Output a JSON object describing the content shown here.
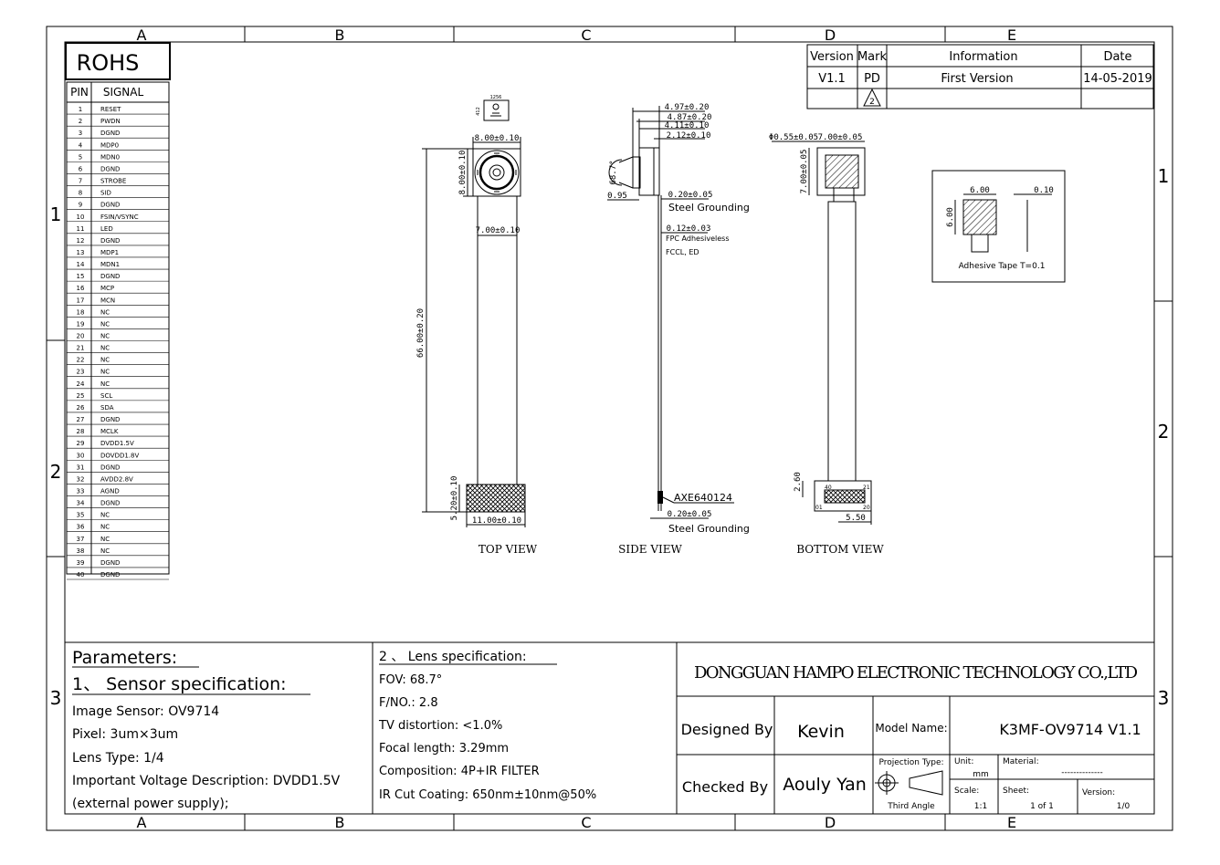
{
  "border": {
    "columns": [
      "A",
      "B",
      "C",
      "D",
      "E"
    ],
    "rows": [
      "1",
      "2",
      "3"
    ]
  },
  "rohs": "ROHS",
  "pin_header": {
    "pin": "PIN",
    "signal": "SIGNAL"
  },
  "pins": [
    [
      "1",
      "RESET"
    ],
    [
      "2",
      "PWDN"
    ],
    [
      "3",
      "DGND"
    ],
    [
      "4",
      "MDP0"
    ],
    [
      "5",
      "MDN0"
    ],
    [
      "6",
      "DGND"
    ],
    [
      "7",
      "STROBE"
    ],
    [
      "8",
      "SID"
    ],
    [
      "9",
      "DGND"
    ],
    [
      "10",
      "FSIN/VSYNC"
    ],
    [
      "11",
      "LED"
    ],
    [
      "12",
      "DGND"
    ],
    [
      "13",
      "MDP1"
    ],
    [
      "14",
      "MDN1"
    ],
    [
      "15",
      "DGND"
    ],
    [
      "16",
      "MCP"
    ],
    [
      "17",
      "MCN"
    ],
    [
      "18",
      "NC"
    ],
    [
      "19",
      "NC"
    ],
    [
      "20",
      "NC"
    ],
    [
      "21",
      "NC"
    ],
    [
      "22",
      "NC"
    ],
    [
      "23",
      "NC"
    ],
    [
      "24",
      "NC"
    ],
    [
      "25",
      "SCL"
    ],
    [
      "26",
      "SDA"
    ],
    [
      "27",
      "DGND"
    ],
    [
      "28",
      "MCLK"
    ],
    [
      "29",
      "DVDD1.5V"
    ],
    [
      "30",
      "DOVDD1.8V"
    ],
    [
      "31",
      "DGND"
    ],
    [
      "32",
      "AVDD2.8V"
    ],
    [
      "33",
      "AGND"
    ],
    [
      "34",
      "DGND"
    ],
    [
      "35",
      "NC"
    ],
    [
      "36",
      "NC"
    ],
    [
      "37",
      "NC"
    ],
    [
      "38",
      "NC"
    ],
    [
      "39",
      "DGND"
    ],
    [
      "40",
      "DGND"
    ]
  ],
  "revision": {
    "headers": [
      "Version",
      "Mark",
      "Information",
      "Date"
    ],
    "row": [
      "V1.1",
      "PD",
      "First Version",
      "14-05-2019"
    ],
    "mark2": "2"
  },
  "views": {
    "top": "TOP VIEW",
    "side": "SIDE VIEW",
    "bottom": "BOTTOM VIEW"
  },
  "dims": {
    "top_w": "8.00±0.10",
    "top_h": "8.00±0.10",
    "flex_w": "7.00±0.10",
    "length": "66.00±0.20",
    "conn_h": "5.20±0.10",
    "conn_w": "11.00±0.10",
    "s1": "4.97±0.20",
    "s2": "4.87±0.20",
    "s3": "4.11±0.10",
    "s4": "2.12±0.10",
    "angle": "68.7°",
    "s5": "0.95",
    "ground1": "0.20±0.05",
    "steel1": "Steel Grounding",
    "fpc_t": "0.12±0.03",
    "fpc1": "FPC Adhesiveless",
    "fpc2": "FCCL, ED",
    "connector": "AXE640124",
    "ground2": "0.20±0.05",
    "steel2": "Steel Grounding",
    "b_dia": "Φ0.55±0.05",
    "b_w": "7.00±0.05",
    "b_h": "7.00±0.05",
    "b_conn_h": "2.60",
    "b_conn_w": "5.50",
    "pin40": "40",
    "pin21": "21",
    "pin01": "01",
    "pin20": "20",
    "tape_w": "6.00",
    "tape_h": "6.00",
    "tape_t": "0.10",
    "tape_label": "Adhesive Tape T=0.1",
    "label_small1": "1256",
    "label_small2": "412"
  },
  "parameters": {
    "title": "Parameters:",
    "sensor_title": "1、 Sensor specification:",
    "lines": [
      "Image Sensor: OV9714",
      "Pixel: 3um×3um",
      "Lens Type: 1/4",
      "Important Voltage Description: DVDD1.5V",
      "(external power supply);"
    ]
  },
  "lens": {
    "title": "2 、 Lens specification:",
    "lines": [
      "FOV: 68.7°",
      "F/NO.: 2.8",
      "TV distortion: <1.0%",
      "Focal length: 3.29mm",
      "Composition: 4P+IR FILTER",
      "IR Cut Coating: 650nm±10nm@50%"
    ]
  },
  "title_block": {
    "company": "DONGGUAN HAMPO ELECTRONIC TECHNOLOGY CO.,LTD",
    "designed_by_label": "Designed By",
    "designed_by": "Kevin",
    "checked_by_label": "Checked By",
    "checked_by": "Aouly Yan",
    "model_label": "Model Name:",
    "model": "K3MF-OV9714 V1.1",
    "projection_label": "Projection Type:",
    "projection": "Third Angle",
    "unit_label": "Unit:",
    "unit": "mm",
    "material_label": "Material:",
    "material": "--------------",
    "scale_label": "Scale:",
    "scale": "1:1",
    "sheet_label": "Sheet:",
    "sheet": "1 of 1",
    "version_label": "Version:",
    "version": "1/0"
  }
}
